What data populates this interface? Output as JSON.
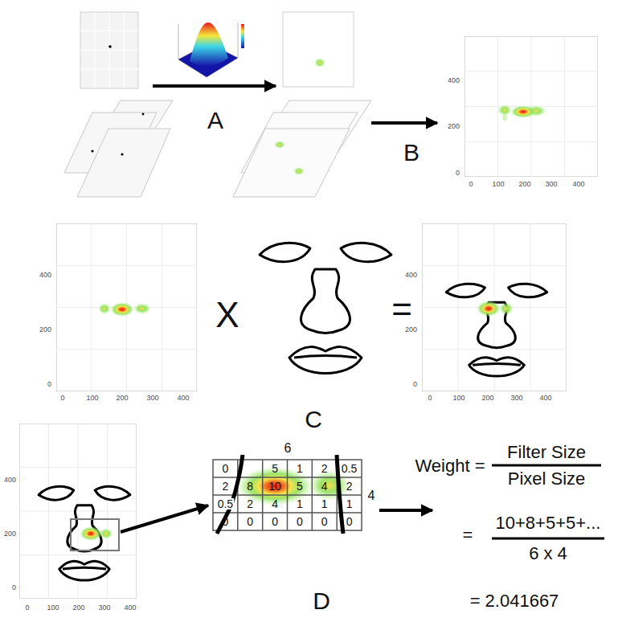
{
  "diagram": {
    "labels": [
      "A",
      "B",
      "C",
      "D",
      "X",
      "=",
      "400",
      "200",
      "0",
      "0",
      "100",
      "200",
      "300",
      "400",
      "400",
      "200",
      "0",
      "0",
      "100",
      "200",
      "300",
      "400",
      "400",
      "200",
      "0",
      "0",
      "100",
      "200",
      "300",
      "400",
      "400",
      "200",
      "0",
      "0",
      "100",
      "200",
      "300",
      "400",
      "6",
      "4",
      "0",
      "5",
      "1",
      "2",
      "0.5",
      "2",
      "8",
      "10",
      "5",
      "4",
      "2",
      "0.5",
      "2",
      "4",
      "1",
      "1",
      "1",
      "0",
      "0",
      "0",
      "0",
      "0",
      "0",
      "Weight =",
      "Filter Size",
      "Pixel Size",
      "=",
      "10+8+5+5+...",
      "6 x 4",
      "= 2.041667"
    ]
  }
}
